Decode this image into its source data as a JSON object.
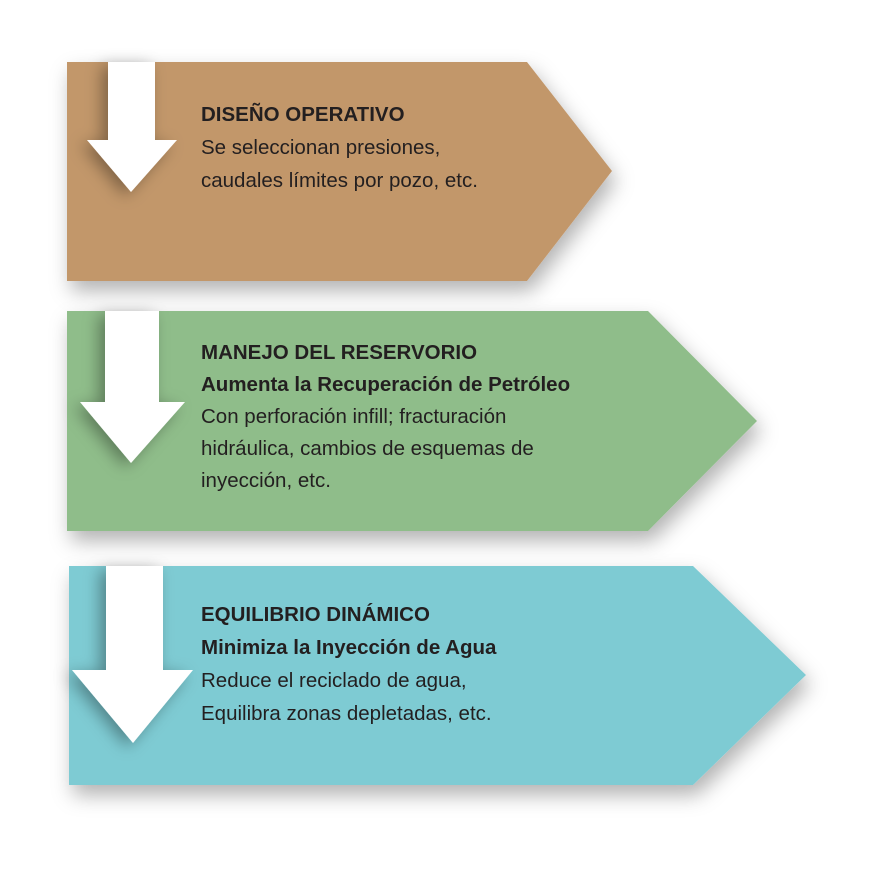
{
  "colors": {
    "step1": "#c2976b",
    "step2": "#8fbd8a",
    "step3": "#7ecbd3",
    "arrow": "#ffffff",
    "text": "#231f20"
  },
  "steps": [
    {
      "title": "DISEÑO OPERATIVO",
      "lines": [
        "Se seleccionan presiones,",
        "caudales límites por pozo, etc."
      ]
    },
    {
      "title": "MANEJO DEL RESERVORIO",
      "subtitle": "Aumenta la Recuperación de Petróleo",
      "lines": [
        "Con perforación infill; fracturación",
        "hidráulica, cambios de esquemas de",
        "inyección, etc."
      ]
    },
    {
      "title": "EQUILIBRIO DINÁMICO",
      "subtitle": "Minimiza la Inyección de Agua",
      "lines": [
        "Reduce el reciclado de agua,",
        "Equilibra zonas depletadas,  etc."
      ]
    }
  ]
}
